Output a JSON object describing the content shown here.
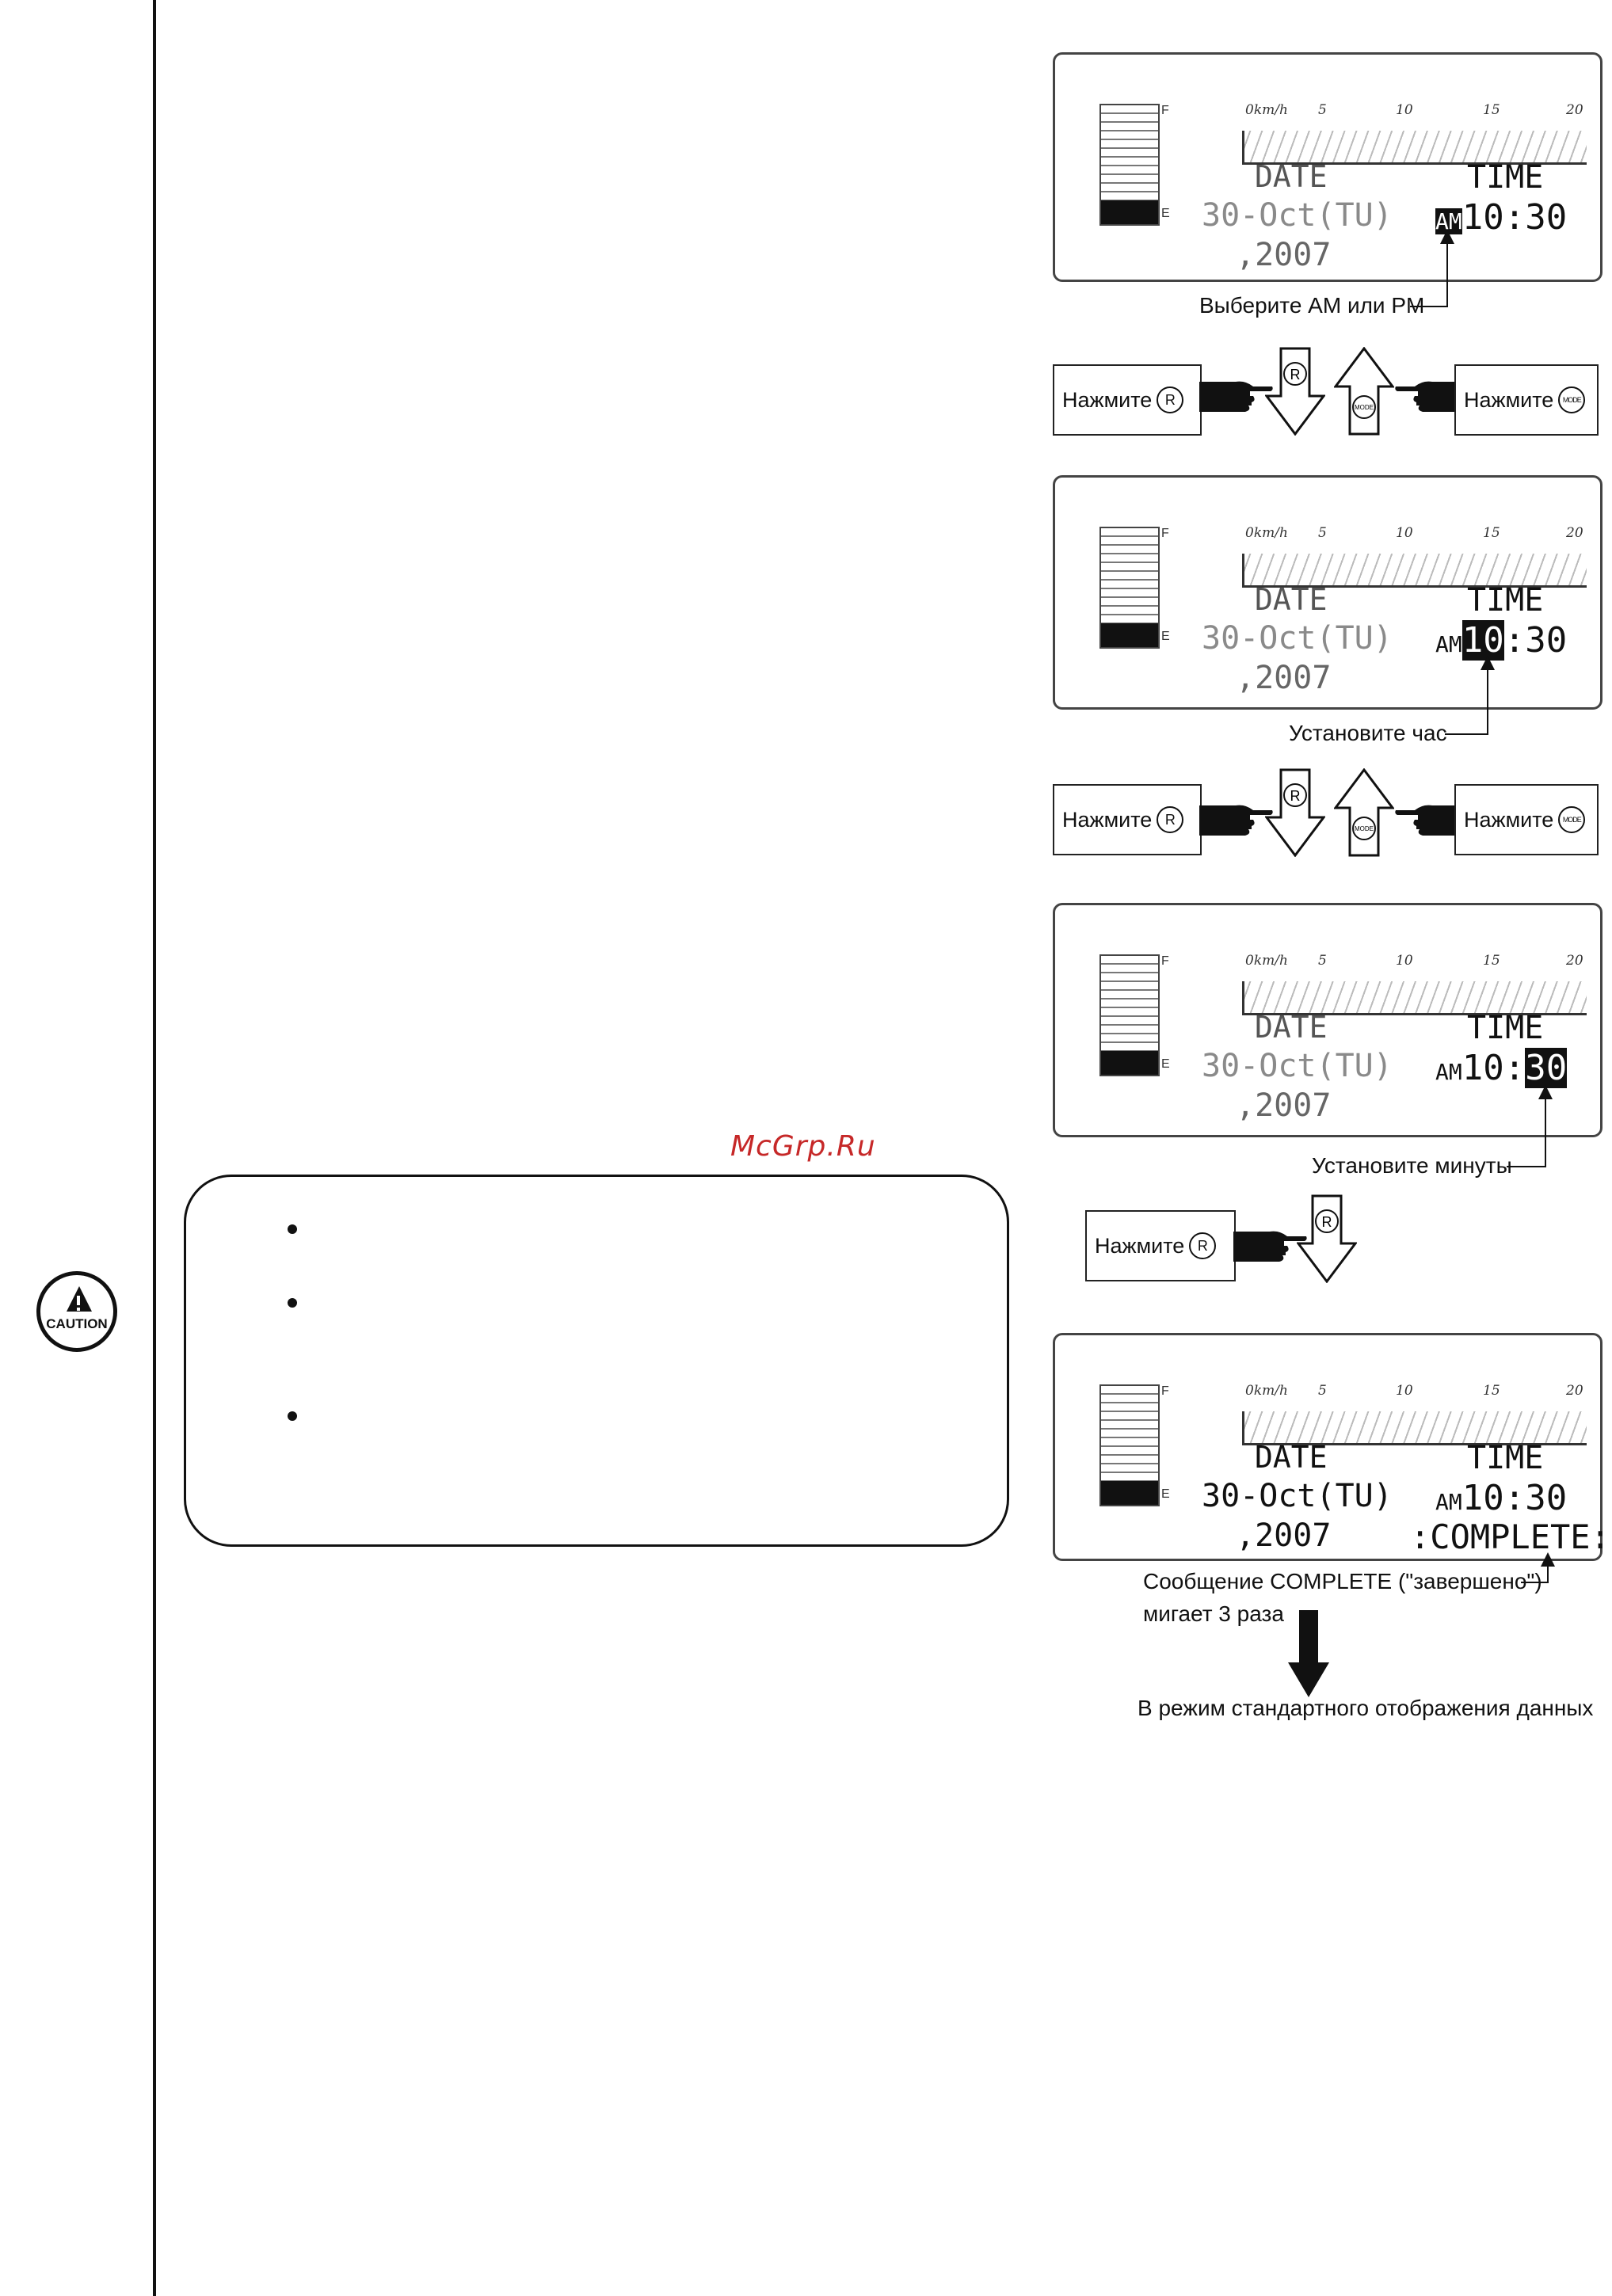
{
  "watermark": "McGrp.Ru",
  "caution": {
    "icon_label": "CAUTION",
    "bullet_count": 3
  },
  "lcd": {
    "speed_ticks": [
      "0km/h",
      "5",
      "10",
      "15",
      "20"
    ],
    "fuel_full": "F",
    "fuel_empty": "E",
    "date_label": "DATE",
    "time_label": "TIME",
    "date_value": "30-Oct(TU)",
    "year_value": ",2007",
    "ampm": "AM",
    "hour": "10",
    "colon": ":",
    "minute": "30",
    "complete": ":COMPLETE:"
  },
  "steps": {
    "select_ampm": "Выберите AM или PM",
    "set_hour": "Установите час",
    "set_minutes": "Установите минуты",
    "complete_msg_1": "Сообщение COMPLETE (\"завершено\")",
    "complete_msg_2": "мигает 3 раза",
    "to_standard": "В режим стандартного отображения данных"
  },
  "press": {
    "label": "Нажмите",
    "r_button": "R",
    "mode_button": "MODE"
  }
}
